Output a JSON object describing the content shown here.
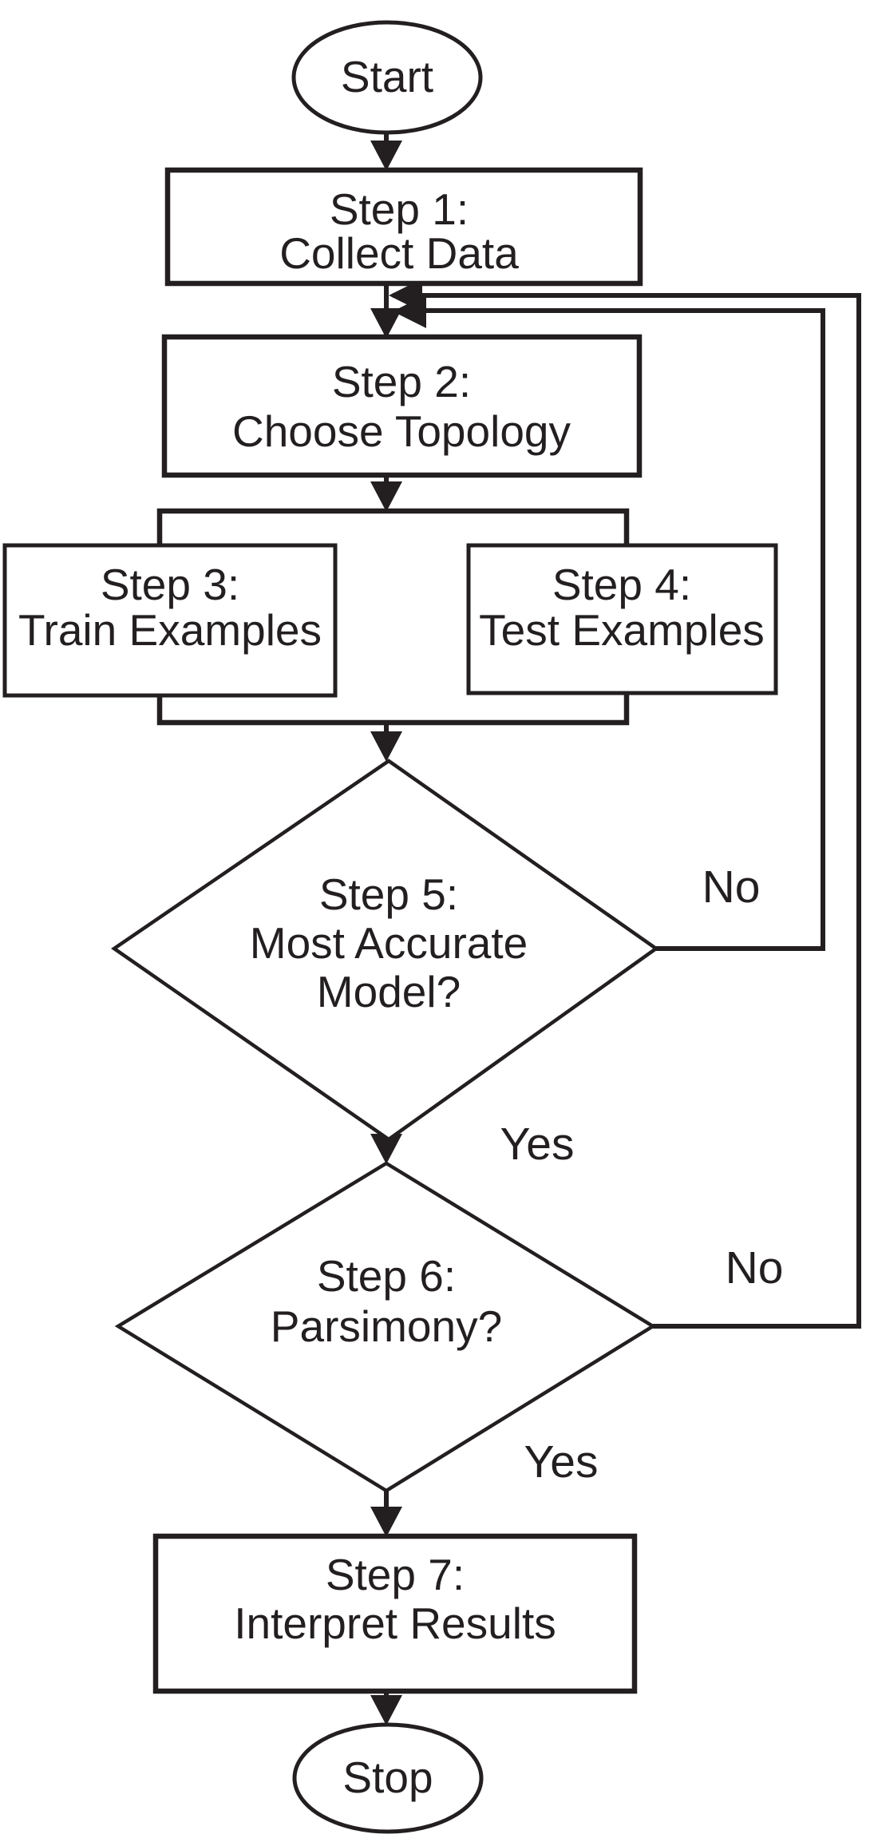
{
  "figure": {
    "background_color": "#ffffff",
    "ink_color": "#231f20",
    "type": "flowchart"
  },
  "nodes": {
    "start": {
      "label": "Start"
    },
    "step1": {
      "line1": "Step 1:",
      "line2": "Collect Data"
    },
    "step2": {
      "line1": "Step 2:",
      "line2": "Choose Topology"
    },
    "step3": {
      "line1": "Step 3:",
      "line2": "Train Examples"
    },
    "step4": {
      "line1": "Step 4:",
      "line2": "Test Examples"
    },
    "step5": {
      "line1": "Step 5:",
      "line2": "Most Accurate",
      "line3": "Model?"
    },
    "step6": {
      "line1": "Step 6:",
      "line2": "Parsimony?"
    },
    "step7": {
      "line1": "Step 7:",
      "line2": "Interpret Results"
    },
    "stop": {
      "label": "Stop"
    }
  },
  "edge_labels": {
    "step5_no": "No",
    "step5_yes": "Yes",
    "step6_no": "No",
    "step6_yes": "Yes"
  }
}
